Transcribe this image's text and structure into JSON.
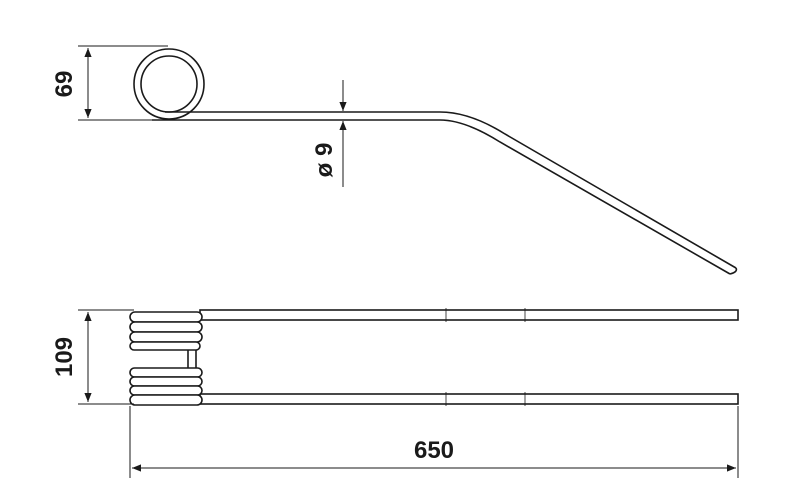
{
  "dimensions": {
    "coil_height": "69",
    "wire_diameter": "ø 9",
    "spring_width": "109",
    "overall_length": "650"
  },
  "colors": {
    "outline": "#1a1a1a",
    "fill": "#ffffff"
  }
}
